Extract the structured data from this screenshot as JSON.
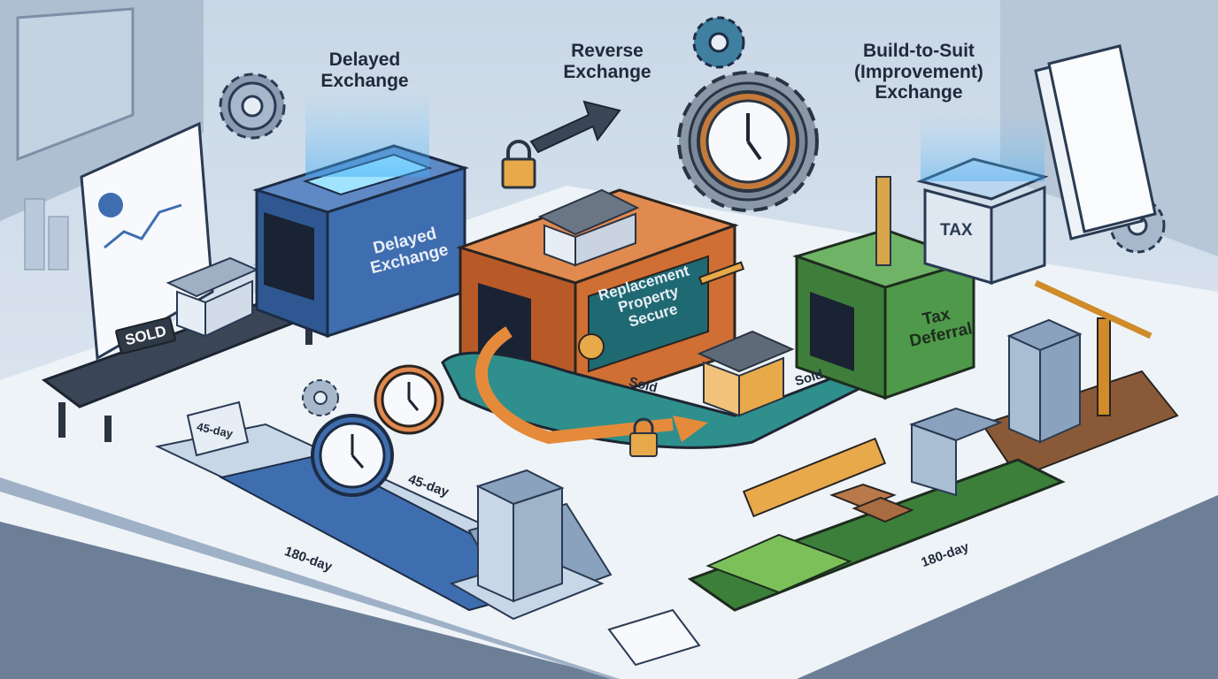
{
  "exchanges": {
    "delayed": {
      "title": "Delayed Exchange",
      "box_text": "Delayed Exchange"
    },
    "reverse": {
      "title": "Reverse Exchange",
      "box_text": "Replacement Property Secure"
    },
    "build_to_suit": {
      "title_line1": "Build-to-Suit",
      "title_line2": "(Improvement)",
      "title_line3": "Exchange",
      "box_text": "Tax Deferral"
    }
  },
  "tax_vault_label": "TAX",
  "sold_sign": "SOLD",
  "sold_lanes": [
    "Sold",
    "Sold"
  ],
  "timelines": {
    "delayed_calendar": "45-day",
    "delayed_45": "45-day",
    "delayed_180": "180-day",
    "build_180": "180-day"
  },
  "colors": {
    "delayed_box": "#3f6eb0",
    "reverse_box": "#cf6f34",
    "build_box": "#4f9a4a",
    "accent_arrow": "#5aa8e8",
    "orange_path": "#e58a3a"
  }
}
